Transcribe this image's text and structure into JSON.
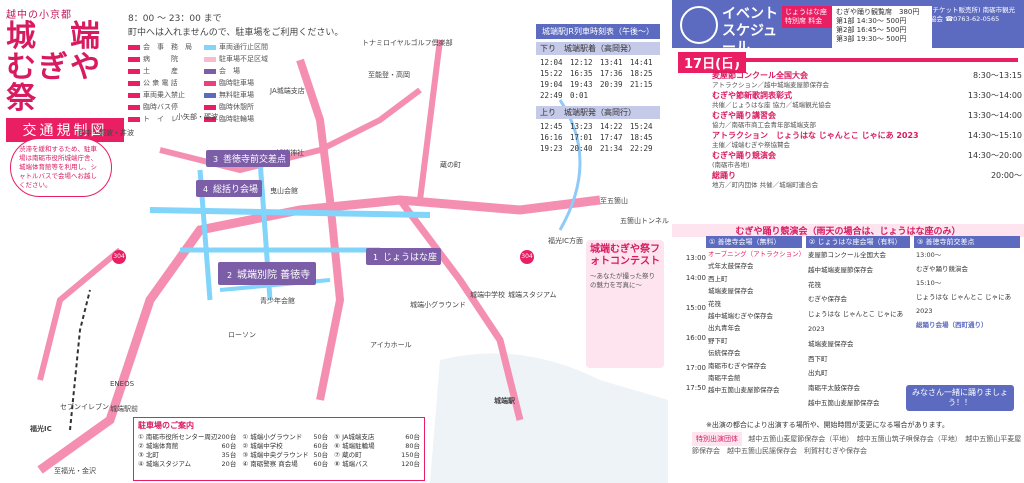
{
  "title": {
    "sub": "越中の小京都",
    "main_l1": "城　端",
    "main_l2": "むぎや祭",
    "reg": "交通規制図"
  },
  "notice": {
    "line1": "8：00 ～ 23：00 まで",
    "line2": "町中へは入れませんので、駐車場をご利用ください。"
  },
  "legend": [
    [
      "会　事　務　局",
      "車両通行止区間"
    ],
    [
      "病　　　院",
      "駐車場不足区域"
    ],
    [
      "土　　　産",
      "会　場"
    ],
    [
      "公 衆 電 話",
      "臨時駐車場"
    ],
    [
      "車両乗入禁止",
      "無料駐車場"
    ],
    [
      "臨時バス停",
      "臨時休憩所"
    ],
    [
      "ト　イ　レ",
      "臨時駐輪場"
    ]
  ],
  "bubble": "渋滞を緩和するため、駐車場は南砺市役所城端庁舎、城端体育館等を利用し、シャトルバスで会場へお越しください。",
  "map_labels": {
    "tonami_golf": "トナミロイヤルゴルフ倶楽部",
    "ja_branch": "JA城端支店",
    "etchu": "越中・砺波・井波",
    "ojiya": "小矢部・砺波",
    "kanazawa": "至福光・金沢",
    "noto": "至能登・高岡",
    "gokayama": "至五箇山",
    "station": "城端駅",
    "jinja": "城端神社",
    "zenkokuji": "善徳寺前交差点",
    "shirasaki": "城端別院 善徳寺",
    "kaikan": "総括り会場",
    "hikiyama": "曳山会館",
    "seishun": "青少年会館",
    "school": "城端小グラウンド",
    "chugakko": "城端中学校",
    "stadium": "城端スタジアム",
    "fujimi": "蔵の町",
    "inter": "福光IC方面",
    "tunnel": "五箇山トンネル",
    "alpine": "アイカホール",
    "lawson": "ローソン",
    "eneos": "ENEOS",
    "seven": "セブンイレブン",
    "fukumitsu": "福光IC",
    "sound": "城端駅前",
    "n304": "304"
  },
  "places": [
    {
      "no": "3",
      "label": "善徳寺前交差点"
    },
    {
      "no": "4",
      "label": "総括り会場"
    },
    {
      "no": "2",
      "label": "城端別院 善徳寺"
    },
    {
      "no": "1",
      "label": "じょうはな座"
    }
  ],
  "train": {
    "title": "城端駅JR列車時刻表（午後～）",
    "down_label": "下り　城端駅着（高岡発）",
    "down_times": [
      "12:04",
      "12:12",
      "13:41",
      "14:41",
      "15:22",
      "16:35",
      "17:36",
      "18:25",
      "19:04",
      "19:43",
      "20:39",
      "21:15",
      "22:49",
      "0:01",
      "",
      ""
    ],
    "up_label": "上り　城端駅発（高岡行）",
    "up_times": [
      "12:45",
      "13:23",
      "14:22",
      "15:24",
      "16:16",
      "17:01",
      "17:47",
      "18:45",
      "19:23",
      "20:40",
      "21:34",
      "22:29"
    ]
  },
  "parking": {
    "title": "駐車場のご案内",
    "rule_title": "駐車場方法",
    "free_title": "無料駐車場",
    "left": [
      [
        "① 南砺市役所センター周辺",
        "200台"
      ],
      [
        "② 城端体育館",
        "60台"
      ],
      [
        "③ 北町",
        "35台"
      ],
      [
        "④ 城端スタジアム",
        "20台"
      ]
    ],
    "right": [
      [
        "① 城端小グラウンド",
        "50台"
      ],
      [
        "② 城端中学校",
        "60台"
      ],
      [
        "③ 城端中央グラウンド",
        "50台"
      ],
      [
        "④ 南砺警察 商会場",
        "60台"
      ],
      [
        "⑤ JA城端支店",
        "60台"
      ],
      [
        "⑥ 城端駐輪場",
        "80台"
      ],
      [
        "⑦ 蔵の町",
        "150台"
      ],
      [
        "⑧ 城端バス",
        "120台"
      ]
    ]
  },
  "poster": {
    "title": "城端むぎや祭フォトコンテスト",
    "sub": "～あなたが撮った祭りの魅力を写真に～"
  },
  "schedule": {
    "head": "イベントスケジュール",
    "tag": "じょうはな座 特別席 料金",
    "fee_title": "むぎや踊り観覧席　380円",
    "fees": [
      "第1部 14:30～ 500円",
      "第2部 16:45～ 500円",
      "第3部 19:30～ 500円"
    ],
    "ticket": "(チケット販売所) 南砺市観光協会 ☎0763-62-0565",
    "day": "17日(日)",
    "events": [
      {
        "name": "麦屋節コンクール全国大会",
        "time": "8:30～13:15",
        "sub": "アトラクション／越中城端麦屋節保存会"
      },
      {
        "name": "むぎや節新歌詞表彰式",
        "time": "13:30～14:00",
        "sub": "共催／じょうはな座 協力／城端観光協会"
      },
      {
        "name": "むぎや踊り講習会",
        "time": "13:30～14:00",
        "sub": "協力／南砺市商工会青年部城端支部"
      },
      {
        "name": "アトラクション　じょうはな じゃんとこ じゃにあ 2023",
        "time": "14:30～15:10",
        "sub": "主催／城端むぎや祭協賛会"
      },
      {
        "name": "むぎや踊り競演会",
        "time": "14:30～20:00",
        "sub": "(南砺市各地)"
      },
      {
        "name": "総踊り",
        "time": "20:00～",
        "sub": "地方／町内団体 共催／城端町連合会"
      }
    ],
    "grid_title": "むぎや踊り競演会（雨天の場合は、じょうはな座のみ）",
    "cols": [
      {
        "head": "① 善徳寺会場（無料）"
      },
      {
        "head": "② じょうはな座会場（有料）"
      },
      {
        "head": "③ 善徳寺前交差点"
      }
    ],
    "times_axis": [
      "13:00",
      "14:00",
      "15:00",
      "16:00",
      "17:00",
      "17:50"
    ],
    "col1": [
      "オープニング（アトラクション）",
      "式年太鼓保存会",
      "西上町",
      "城端麦屋保存会",
      "花筏",
      "越中城端むぎや保存会",
      "出丸青年会",
      "野下町",
      "伝統保存会",
      "南砺市むぎや保存会",
      "南砺平会館",
      "越中五箇山麦屋節保存会"
    ],
    "col2": [
      "麦屋節コンクール全国大会",
      "越中城端麦屋節保存会",
      "花筏",
      "むぎや保存会",
      "じょうはな じゃんとこ じゃにあ2023",
      "城端麦屋保存会",
      "西下町",
      "出丸町",
      "南砺平太鼓保存会",
      "越中五箇山麦屋節保存会"
    ],
    "col3": [
      "13:00～",
      "むぎや踊り競演会",
      "15:10～",
      "じょうはな じゃんとこ じゃにあ 2023",
      "総踊り会場（西町通り）"
    ],
    "banner": "みなさん一緒に踊りましょう！！",
    "total_label": "④ 総踊り会場（西町通り）",
    "note": "※出演の都合により出演する場所や、開始時間が変更になる場合があります。",
    "sponsor_label": "特別出演団体",
    "sponsors": "越中五箇山麦屋節保存会（平地）　越中五箇山筑子唄保存会（平地）　越中五箇山平麦屋節保存会　越中五箇山民謡保存会　利賀村むぎや保存会"
  }
}
